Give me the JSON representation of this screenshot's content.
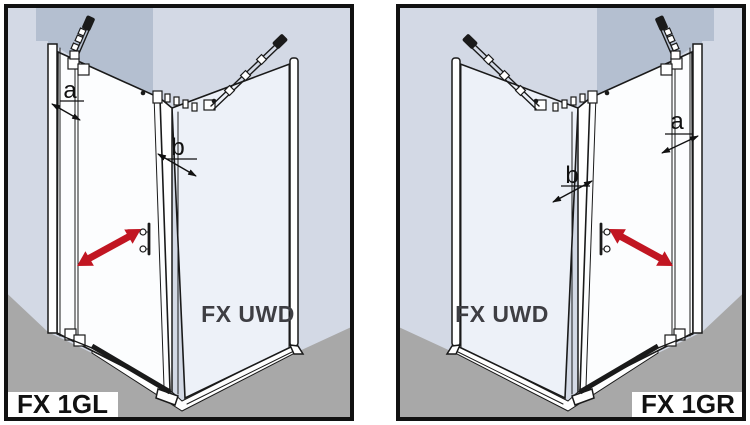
{
  "diagrams": {
    "left": {
      "model_label": "FX 1GL",
      "side_panel_label": "FX UWD",
      "dim_a": "a",
      "dim_b": "b"
    },
    "right": {
      "model_label": "FX 1GR",
      "side_panel_label": "FX UWD",
      "dim_a": "a",
      "dim_b": "b"
    }
  },
  "colors": {
    "bg": "#ffffff",
    "frame": "#111111",
    "line": "#1a1a1a",
    "wall-light": "#d3d9e5",
    "wall-dark": "#b4bfd0",
    "floor": "#a8a8a8",
    "glass-side": "#edf1f8",
    "glass-door": "#fcfdfe",
    "arrow-red": "#c11622",
    "label-text": "#111111",
    "panel-text": "#3e3e43"
  }
}
